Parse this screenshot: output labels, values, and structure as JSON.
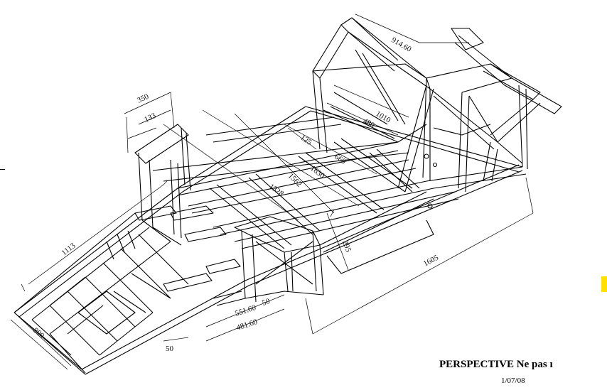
{
  "title": "PERSPECTIVE  Ne pas ı",
  "date": "1/07/08",
  "marker_color": "#ffe000",
  "line_color": "#000000",
  "dimensions": [
    "914.60",
    "350",
    "133",
    "1010",
    "480",
    "125",
    "660",
    "1630",
    "1562",
    "1328",
    "1113",
    "295",
    "1605",
    "551.60",
    "50",
    "481.60",
    "800",
    "50"
  ]
}
